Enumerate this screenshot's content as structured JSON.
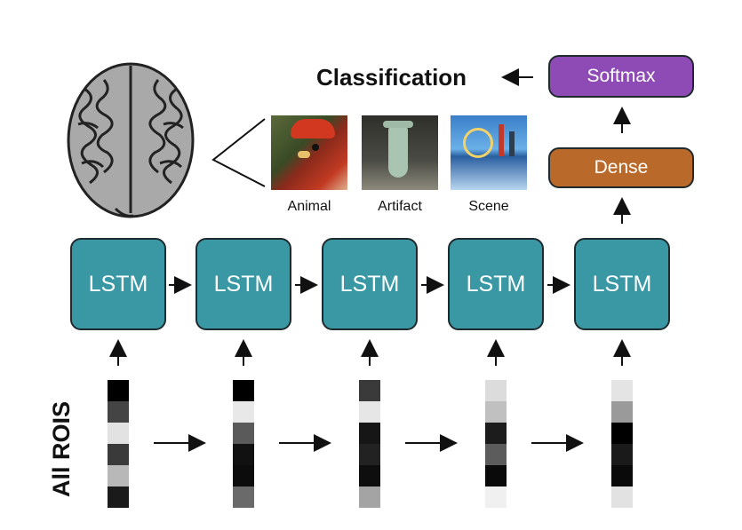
{
  "title": "Classification",
  "softmax": {
    "label": "Softmax",
    "color": "#8e4bb5"
  },
  "dense": {
    "label": "Dense",
    "color": "#b96a2a"
  },
  "lstm_label": "LSTM",
  "lstm_color": "#3a98a4",
  "categories": [
    "Animal",
    "Artifact",
    "Scene"
  ],
  "rois_label": "All ROIS",
  "brain_icon": "brain-icon",
  "roi_columns": [
    [
      "#000000",
      "#444444",
      "#e2e2e2",
      "#3a3a3a",
      "#b8b8b8",
      "#1a1a1a"
    ],
    [
      "#000000",
      "#e8e8e8",
      "#5a5a5a",
      "#111111",
      "#0c0c0c",
      "#6a6a6a"
    ],
    [
      "#3a3a3a",
      "#e6e6e6",
      "#161616",
      "#222222",
      "#0e0e0e",
      "#a4a4a4"
    ],
    [
      "#dcdcdc",
      "#c0c0c0",
      "#1c1c1c",
      "#5c5c5c",
      "#0a0a0a",
      "#f0f0f0"
    ],
    [
      "#e4e4e4",
      "#9a9a9a",
      "#000000",
      "#1a1a1a",
      "#0a0a0a",
      "#e2e2e2"
    ]
  ]
}
